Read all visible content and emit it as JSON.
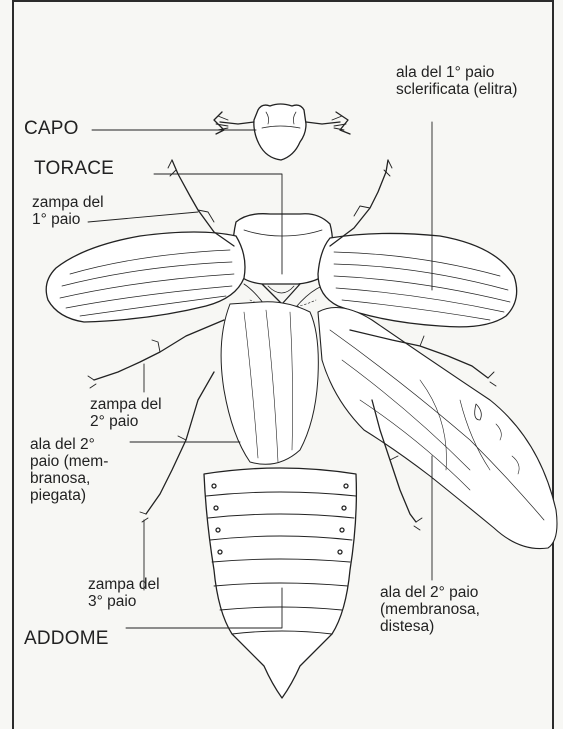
{
  "labels": {
    "capo": "CAPO",
    "torace": "TORACE",
    "addome": "ADDOME",
    "zampa_1": "zampa del\n1° paio",
    "zampa_2": "zampa del\n2° paio",
    "ala_2_piegata": "ala del 2°\npaio (mem-\nbranosa,\npiegata)",
    "zampa_3": "zampa del\n3° paio",
    "ala_1": "ala del 1° paio\nsclerificata (elitra)",
    "ala_2_distesa": "ala del 2° paio\n(membranosa,\ndistesa)"
  },
  "colors": {
    "ink": "#222222",
    "paper": "#f7f7f4",
    "frame": "#2b2b2b"
  }
}
